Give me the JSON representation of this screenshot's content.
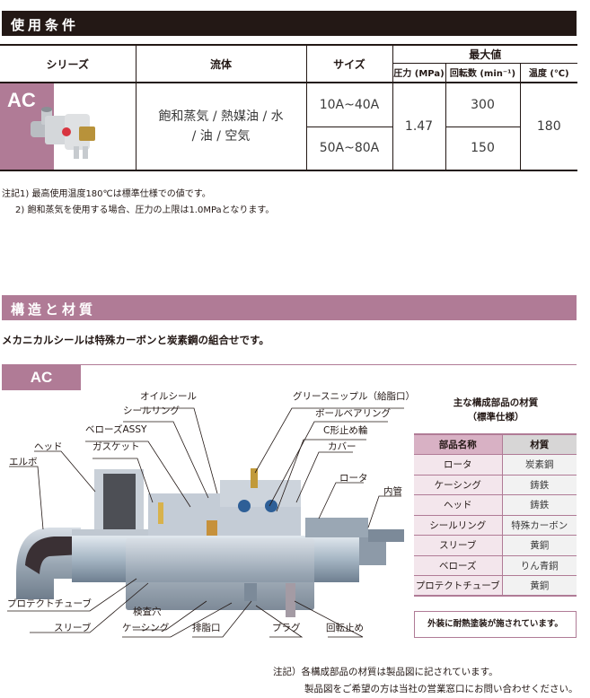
{
  "usage": {
    "section_title": "使用条件",
    "headers": {
      "series": "シリーズ",
      "fluid": "流体",
      "size": "サイズ",
      "max": "最大値",
      "pressure": "圧力 (MPa)",
      "rpm": "回転数 (min⁻¹)",
      "temp": "温度 (℃)"
    },
    "row": {
      "series": "AC",
      "fluid_line1": "飽和蒸気 / 熱媒油 / 水",
      "fluid_line2": "/ 油 / 空気",
      "sizes": [
        "10A~40A",
        "50A~80A"
      ],
      "pressure": "1.47",
      "rpms": [
        "300",
        "150"
      ],
      "temp": "180"
    },
    "notes": [
      "注記1) 最高使用温度180℃は標準仕様での値です。",
      "2) 飽和蒸気を使用する場合、圧力の上限は1.0MPaとなります。"
    ]
  },
  "structure": {
    "section_title": "構造と材質",
    "lead": "メカニカルシールは特殊カーボンと炭素鋼の組合せです。",
    "model_tab": "AC",
    "labels": {
      "oil_seal": "オイルシール",
      "seal_ring": "シールリング",
      "bellows": "ベローズASSY",
      "gasket": "ガスケット",
      "head": "ヘッド",
      "elbow": "エルボ",
      "grease": "グリースニップル（給脂口）",
      "bearing": "ボールベアリング",
      "c_ring": "C形止め輪",
      "cover": "カバー",
      "rotor": "ロータ",
      "inner_pipe": "内管",
      "protect_tube": "プロテクトチューブ",
      "sleeve": "スリーブ",
      "inspect": "検査穴",
      "casing": "ケーシング",
      "drain": "排脂口",
      "plug": "プラグ",
      "stopper": "回転止め"
    },
    "materials": {
      "title_line1": "主な構成部品の材質",
      "title_line2": "（標準仕様）",
      "col_part": "部品名称",
      "col_material": "材質",
      "rows": [
        {
          "part": "ロータ",
          "material": "炭素鋼"
        },
        {
          "part": "ケーシング",
          "material": "鋳鉄"
        },
        {
          "part": "ヘッド",
          "material": "鋳鉄"
        },
        {
          "part": "シールリング",
          "material": "特殊カーボン"
        },
        {
          "part": "スリーブ",
          "material": "黄銅"
        },
        {
          "part": "ベローズ",
          "material": "りん青銅"
        },
        {
          "part": "プロテクトチューブ",
          "material": "黄銅"
        }
      ],
      "coating_note": "外装に耐熱塗装が施されています。"
    },
    "footnotes": [
      "注記）各構成部品の材質は製品図に記されています。",
      "製品図をご希望の方は当社の営業窓口にお問い合わせください。"
    ]
  },
  "colors": {
    "accent": "#b07b96",
    "dark": "#231815"
  }
}
